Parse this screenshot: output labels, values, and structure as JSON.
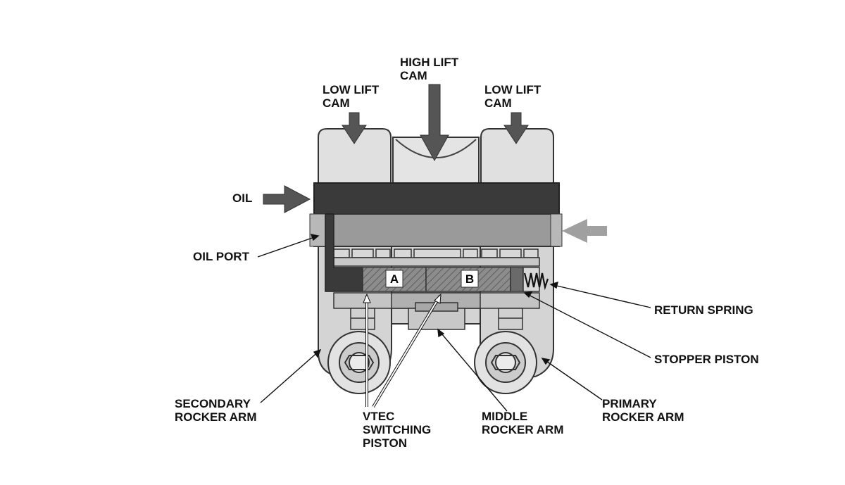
{
  "labels": {
    "high_lift_cam": [
      "HIGH LIFT",
      "CAM"
    ],
    "low_lift_cam_left": [
      "LOW LIFT",
      "CAM"
    ],
    "low_lift_cam_right": [
      "LOW LIFT",
      "CAM"
    ],
    "oil": "OIL",
    "oil_port": "OIL PORT",
    "return_spring": "RETURN SPRING",
    "stopper_piston": "STOPPER PISTON",
    "secondary_rocker_arm": [
      "SECONDARY",
      "ROCKER ARM"
    ],
    "vtec_switching_piston": [
      "VTEC",
      "SWITCHING",
      "PISTON"
    ],
    "middle_rocker_arm": [
      "MIDDLE",
      "ROCKER ARM"
    ],
    "primary_rocker_arm": [
      "PRIMARY",
      "ROCKER ARM"
    ],
    "piston_a": "A",
    "piston_b": "B"
  },
  "colors": {
    "dark_shaft": "#3a3a3a",
    "mid_gray": "#9a9a9a",
    "light_gray": "#d9d9d9",
    "arrow_dark": "#555555",
    "arrow_light": "#9c9c9c",
    "outline": "#333333"
  }
}
